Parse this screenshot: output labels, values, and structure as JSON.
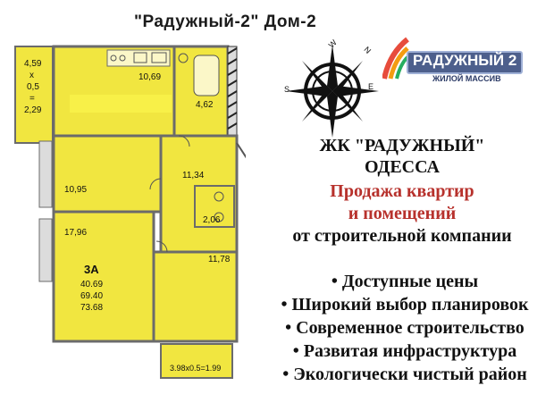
{
  "title": "\"Радужный-2\" Дом-2",
  "plan": {
    "balcony_top": {
      "line1": "4,59",
      "line2": "x",
      "line3": "0,5",
      "line4": "=",
      "line5": "2,29"
    },
    "kitchen_area": "10,69",
    "bathroom_area": "4,62",
    "bedroom_area": "10,95",
    "hall_area": "11,34",
    "wc_area": "2,06",
    "living_area": "17,96",
    "bedroom2_area": "11,78",
    "apartment": {
      "name": "3А",
      "area1": "40.69",
      "area2": "69.40",
      "area3": "73.68"
    },
    "balcony_bottom": "3.98x0.5=1.99"
  },
  "compass": {
    "n": "N",
    "s": "S",
    "e": "E",
    "w": "W"
  },
  "logo": {
    "name": "РАДУЖНЫЙ 2",
    "subtitle": "ЖИЛОЙ МАССИВ"
  },
  "heading": {
    "line1": "ЖК \"РАДУЖНЫЙ\"",
    "line2": "ОДЕССА"
  },
  "sale": {
    "line1": "Продажа квартир",
    "line2": "и помещений"
  },
  "developer": "от строительной компании",
  "bullets": [
    "• Доступные цены",
    "• Широкий выбор планировок",
    "• Современное строительство",
    "• Развитая инфраструктура",
    "• Экологически чистый район"
  ],
  "colors": {
    "floor": "#f1e640",
    "wall": "#6b6b6b",
    "highlight": "#f5ea1c",
    "red": "#b7312c"
  }
}
